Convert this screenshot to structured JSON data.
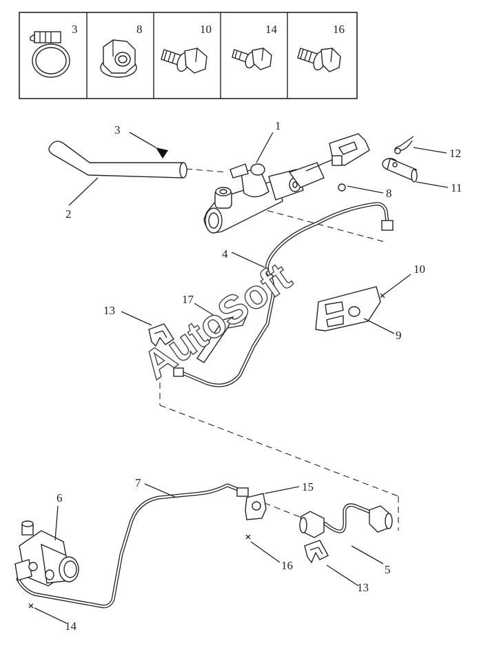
{
  "header_parts": [
    {
      "num": "3",
      "icon": "hose-clamp-icon"
    },
    {
      "num": "8",
      "icon": "flange-nut-icon"
    },
    {
      "num": "10",
      "icon": "flange-bolt-icon"
    },
    {
      "num": "14",
      "icon": "flange-bolt-icon"
    },
    {
      "num": "16",
      "icon": "flange-bolt-icon"
    }
  ],
  "callouts": {
    "c1": "1",
    "c2": "2",
    "c3": "3",
    "c4": "4",
    "c5": "5",
    "c6": "6",
    "c7": "7",
    "c8": "8",
    "c9": "9",
    "c10": "10",
    "c11": "11",
    "c12": "12",
    "c13a": "13",
    "c13b": "13",
    "c14": "14",
    "c15": "15",
    "c16": "16",
    "c17": "17"
  },
  "watermark": "AutoSoft"
}
